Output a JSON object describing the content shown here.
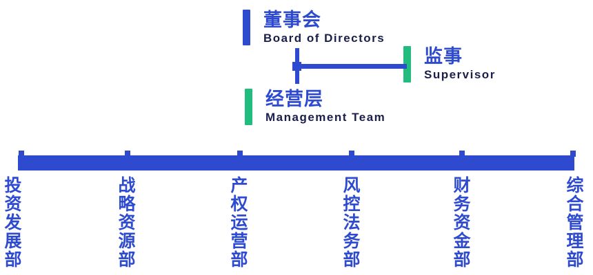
{
  "diagram": {
    "title_blocks": [
      {
        "id": "board",
        "cn": "董事会",
        "en": "Board of Directors",
        "marker_color": "#2E4BD0",
        "marker": "blue-accent-bar"
      },
      {
        "id": "supervisor",
        "cn": "监事",
        "en": "Supervisor",
        "marker_color": "#22BC7E",
        "marker": "green-accent-bar"
      },
      {
        "id": "management",
        "cn": "经营层",
        "en": "Management Team",
        "marker_color": "#22BC7E",
        "marker": "green-accent-bar"
      }
    ],
    "departments": [
      {
        "id": "investment-development",
        "cn": "投资发展部"
      },
      {
        "id": "strategic-resources",
        "cn": "战略资源部"
      },
      {
        "id": "property-operations",
        "cn": "产权运营部"
      },
      {
        "id": "risk-legal",
        "cn": "风控法务部"
      },
      {
        "id": "finance-funds",
        "cn": "财务资金部"
      },
      {
        "id": "general-management",
        "cn": "综合管理部"
      }
    ],
    "colors": {
      "primary_blue": "#2E4BD0",
      "accent_green": "#22BC7E",
      "subtitle_navy": "#1A1F4A",
      "background": "#FFFFFF"
    }
  }
}
